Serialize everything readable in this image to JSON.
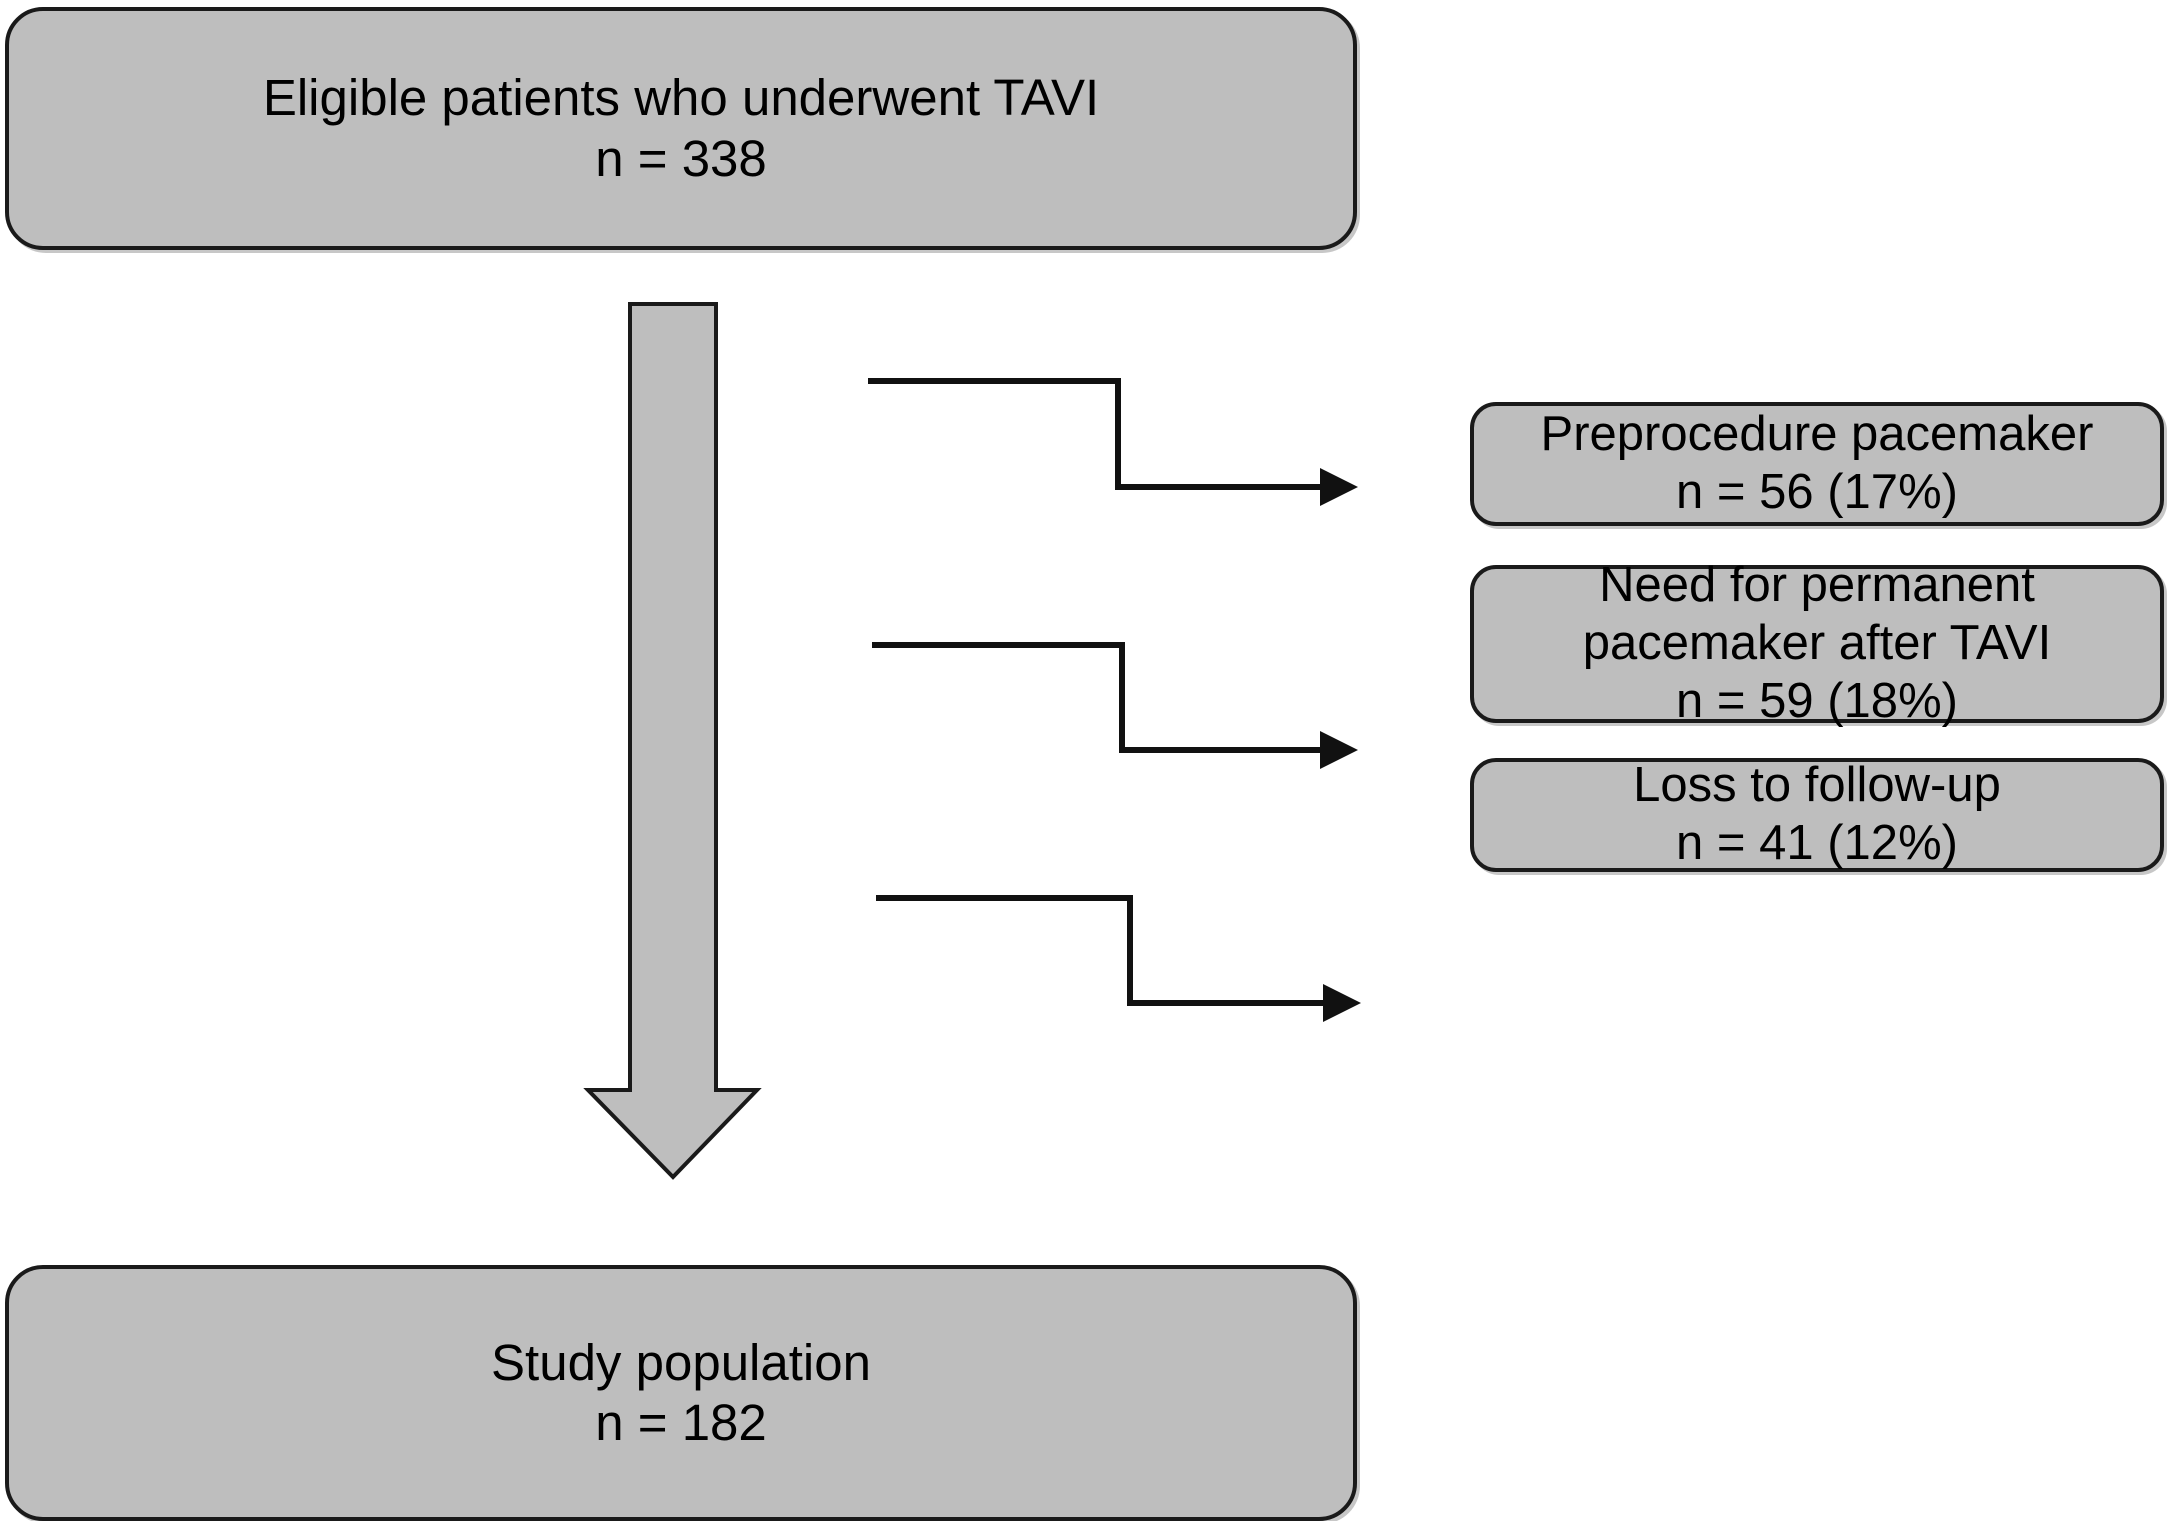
{
  "diagram": {
    "title": "TAVI patient flow diagram",
    "colors": {
      "box_fill": "#bebebe",
      "box_stroke": "#1a1a1a",
      "arrow_fill": "#bebebe",
      "line_stroke": "#111111",
      "background": "#ffffff",
      "text": "#000000"
    },
    "nodes": {
      "eligible": {
        "label": "Eligible patients who underwent TAVI",
        "count_label": "n = 338",
        "n": 338
      },
      "study_population": {
        "label": "Study population",
        "count_label": "n = 182",
        "n": 182
      }
    },
    "exclusions": [
      {
        "id": "preprocedure-pacemaker",
        "lines": [
          "Preprocedure pacemaker"
        ],
        "count_label": "n = 56 (17%)",
        "n": 56,
        "percent": 17
      },
      {
        "id": "need-permanent-pacemaker",
        "lines": [
          "Need for permanent",
          "pacemaker after TAVI"
        ],
        "count_label": "n = 59 (18%)",
        "n": 59,
        "percent": 18
      },
      {
        "id": "loss-to-follow-up",
        "lines": [
          "Loss to follow-up"
        ],
        "count_label": "n = 41 (12%)",
        "n": 41,
        "percent": 12
      }
    ],
    "icons": {
      "main_flow_arrow": "down-arrow-icon",
      "exclusion_connector": "step-arrow-right-icon"
    }
  },
  "chart_data": {
    "type": "flowchart",
    "title": "TAVI patient flow diagram",
    "nodes": [
      {
        "id": "eligible",
        "label": "Eligible patients who underwent TAVI",
        "n": 338,
        "level": 0
      },
      {
        "id": "preprocedure-pacemaker",
        "label": "Preprocedure pacemaker",
        "n": 56,
        "percent": 17,
        "level": 1,
        "kind": "exclusion"
      },
      {
        "id": "need-permanent-pacemaker",
        "label": "Need for permanent pacemaker after TAVI",
        "n": 59,
        "percent": 18,
        "level": 1,
        "kind": "exclusion"
      },
      {
        "id": "loss-to-follow-up",
        "label": "Loss to follow-up",
        "n": 41,
        "percent": 12,
        "level": 1,
        "kind": "exclusion"
      },
      {
        "id": "study-population",
        "label": "Study population",
        "n": 182,
        "level": 2
      }
    ],
    "edges": [
      {
        "from": "eligible",
        "to": "study-population",
        "style": "thick-block-arrow-down"
      },
      {
        "from": "eligible",
        "to": "preprocedure-pacemaker",
        "style": "step-arrow-right"
      },
      {
        "from": "eligible",
        "to": "need-permanent-pacemaker",
        "style": "step-arrow-right"
      },
      {
        "from": "eligible",
        "to": "loss-to-follow-up",
        "style": "step-arrow-right"
      }
    ]
  }
}
